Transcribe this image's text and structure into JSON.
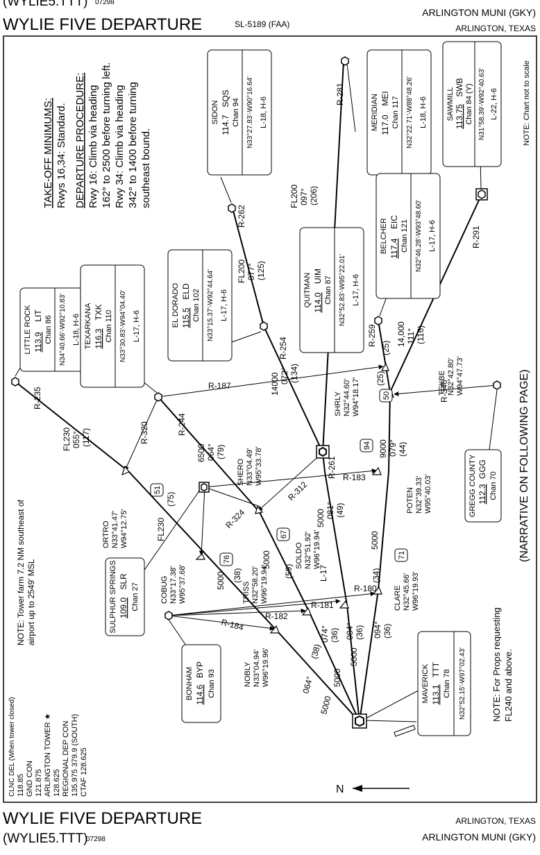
{
  "header": {
    "computer_code": "(WYLIE5.TTT)",
    "amend": "07298",
    "title": "WYLIE FIVE DEPARTURE",
    "sl_number": "SL-5189 (FAA)",
    "airport": "ARLINGTON MUNI (GKY)",
    "city": "ARLINGTON, TEXAS"
  },
  "footer": {
    "title": "WYLIE FIVE DEPARTURE",
    "computer_code": "(WYLIE5.TTT)",
    "amend": "07298",
    "city": "ARLINGTON, TEXAS",
    "airport": "ARLINGTON MUNI (GKY)"
  },
  "procedure_text": {
    "minimums_title": "TAKE-OFF MINIMUMS:",
    "minimums": "Rwys 16,34:  Standard.",
    "procedure_title": "DEPARTURE PROCEDURE:",
    "lines": [
      "Rwy 16: Climb via heading",
      "162° to 2500 before turning left.",
      "Rwy 34: Climb via heading",
      "342° to 1400 before turning",
      "southeast bound."
    ]
  },
  "notes": {
    "scale": "NOTE: Chart not to scale",
    "narrative": "(NARRATIVE ON FOLLOWING PAGE)",
    "tower_1": "NOTE:  Tower farm 7.2 NM southeast of",
    "tower_2": "airport up to 2549' MSL",
    "props_1": "NOTE: For Props requesting",
    "props_2": "FL240 and above."
  },
  "comms": [
    "CLNC DEL  (When tower closed)",
    "118.85",
    "GND CON",
    "121.875",
    "ARLINGTON TOWER ★",
    "128.625",
    "REGIONAL DEP CON",
    "135.975  379.9 (SOUTH)",
    "CTAF 128.625"
  ],
  "north_label": "N",
  "navaids": [
    {
      "name": "LITTLE ROCK",
      "freq": "113.9",
      "ident": "LIT",
      "chan": "Chan 86",
      "coords": "N34°40.66'-W92°10.83'",
      "charts": "L-18, H-6"
    },
    {
      "name": "TEXARKANA",
      "freq": "116.3",
      "ident": "TXK",
      "chan": "Chan 110",
      "coords": "N33°30.83'-W94°04.40'",
      "charts": "L-17, H-6"
    },
    {
      "name": "EL DORADO",
      "freq": "115.5",
      "ident": "ELD",
      "chan": "Chan 102",
      "coords": "N33°15.37'-W92°44.64'",
      "charts": "L-17, H-6"
    },
    {
      "name": "SIDON",
      "freq": "114.7",
      "ident": "SQS",
      "chan": "Chan 94",
      "coords": "N33°27.83'-W90°16.64'",
      "charts": "L-18, H-6"
    },
    {
      "name": "MERIDIAN",
      "freq": "117.0",
      "ident": "MEI",
      "chan": "Chan 117",
      "coords": "N32°22.71'-W88°48.26'",
      "charts": "L-18, H-6"
    },
    {
      "name": "SAWMILL",
      "freq": "113.75",
      "ident": "SWB",
      "chan": "Chan 84 (Y)",
      "coords": "N31°58.39'-W92°40.63'",
      "charts": "L-22, H-6"
    },
    {
      "name": "BELCHER",
      "freq": "117.4",
      "ident": "EIC",
      "chan": "Chan 121",
      "coords": "N32°46.28'-W93°48.60'",
      "charts": "L-17, H-6"
    },
    {
      "name": "QUITMAN",
      "freq": "114.0",
      "ident": "UIM",
      "chan": "Chan 87",
      "coords": "N32°52.83'-W95°22.01'",
      "charts": "L-17, H-6"
    },
    {
      "name": "GREGG COUNTY",
      "freq": "112.3",
      "ident": "GGG",
      "chan": "Chan 70",
      "coords": "",
      "charts": ""
    },
    {
      "name": "SULPHUR SPRINGS",
      "freq": "109.0",
      "ident": "SLR",
      "chan": "Chan 27",
      "coords": "",
      "charts": ""
    },
    {
      "name": "BONHAM",
      "freq": "114.6",
      "ident": "BYP",
      "chan": "Chan 93",
      "coords": "",
      "charts": ""
    },
    {
      "name": "MAVERICK",
      "freq": "113.1",
      "ident": "TTT",
      "chan": "Chan 78",
      "coords": "N32°52.15'-W97°02.43'",
      "charts": ""
    }
  ],
  "fixes": [
    {
      "name": "ORTRO",
      "lat": "N33°41.47'",
      "lon": "W94°12.75'"
    },
    {
      "name": "SHERO",
      "lat": "N33°04.49'",
      "lon": "W95°33.78'"
    },
    {
      "name": "SHRLY",
      "lat": "N32°44.60'",
      "lon": "W94°18.17'"
    },
    {
      "name": "TEKBE",
      "lat": "N32°42.80'",
      "lon": "W94°47.73'"
    },
    {
      "name": "POTEN",
      "lat": "N32°39.33'",
      "lon": "W95°40.03'"
    },
    {
      "name": "COBUG",
      "lat": "N33°17.38'",
      "lon": "W95°37.68'"
    },
    {
      "name": "TRISS",
      "lat": "N32°58.20'",
      "lon": "W96°19.94'"
    },
    {
      "name": "SOLDO",
      "lat": "N32°51.92'",
      "lon": "W96°19.94'"
    },
    {
      "name": "CLARE",
      "lat": "N32°45.66'",
      "lon": "W96°19.93'"
    },
    {
      "name": "NOBLY",
      "lat": "N33°04.94'",
      "lon": "W96°19.96'"
    }
  ],
  "route_labels": {
    "r235": "R-235",
    "fl230a": "FL230",
    "c055": "055°",
    "d117": "(117)",
    "r320": "R-320",
    "r244": "R-244",
    "a6500": "6500",
    "c064": "064°",
    "d79": "(79)",
    "r187": "R-187",
    "r254": "R-254",
    "fl200a": "FL200",
    "c077": "077°",
    "d125": "(125)",
    "r262": "R-262",
    "fl200b": "FL200",
    "c097": "097°",
    "d206": "(206)",
    "r281": "R-281",
    "r259": "R-259",
    "r291": "R-291",
    "a14000a": "14000",
    "c072": "072°",
    "d134": "(134)",
    "a14000b": "14,000",
    "c111": "111°",
    "d116": "(116)",
    "d25a": "(25)",
    "d25b": "(25)",
    "b50": "50",
    "r346": "R-346",
    "b94": "94",
    "a9000": "9000",
    "c079": "079°",
    "d44": "(44)",
    "r261": "R-261",
    "a5000a": "5000",
    "c081": "081°",
    "d49": "(49)",
    "r183": "R-183",
    "b51": "51",
    "r312": "R-312",
    "r324": "R-324",
    "b67": "67",
    "a5000b": "5000",
    "d59": "(59)",
    "b76": "76",
    "fl230b": "FL230",
    "d75": "(75)",
    "d38": "(38)",
    "a5000c": "5000",
    "b71": "71",
    "a5000d": "5000",
    "d34": "(34)",
    "r180": "R-180",
    "r181": "R-181",
    "r182": "R-182",
    "r184": "R-184",
    "a5000e": "5000",
    "c064b": "064°",
    "d38b": "(38)",
    "a5000f": "5000",
    "c074": "074°",
    "d36a": "(36)",
    "a5000g": "5000",
    "c084": "084°",
    "d36b": "(36)",
    "c094": "094°",
    "d36c": "(36)",
    "lc17": "L-17"
  }
}
